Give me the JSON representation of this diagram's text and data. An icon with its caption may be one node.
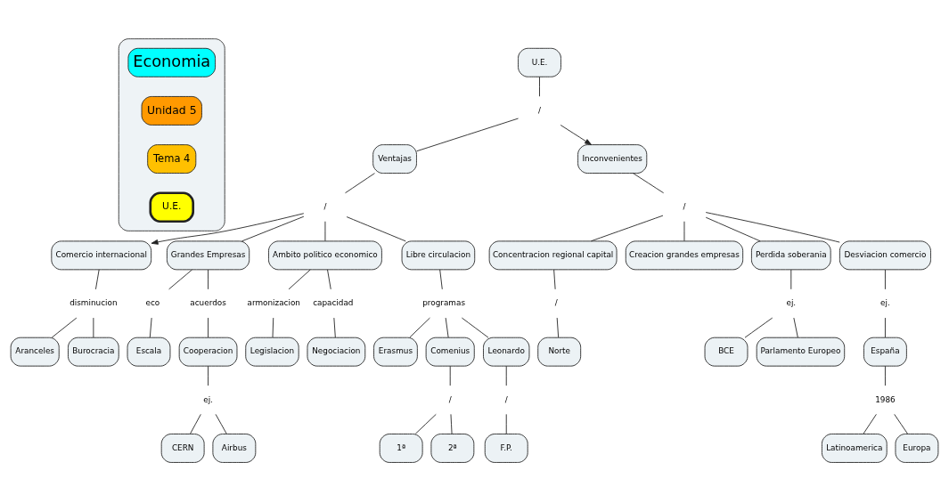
{
  "diagram": {
    "nodes": [
      {
        "text": [],
        "shape": "box"
      },
      {
        "text": [
          "Economia"
        ],
        "in": 0
      },
      {
        "text": [
          "Unidad 5"
        ],
        "in": 0
      },
      {
        "text": [
          "Tema 4"
        ],
        "in": 0
      },
      {
        "text": [
          "U.E."
        ],
        "in": 0
      },
      {
        "text": [
          "U.E."
        ]
      },
      {
        "text": [
          "/"
        ]
      },
      {
        "text": [
          "Ventajas"
        ]
      },
      {
        "text": [
          "Inconvenientes"
        ]
      },
      {
        "text": [
          "/"
        ]
      },
      {
        "text": [
          "/"
        ]
      },
      {
        "text": [
          "Comercio internacional"
        ]
      },
      {
        "text": [
          "Grandes Empresas"
        ]
      },
      {
        "text": [
          "Ambito politico economico"
        ]
      },
      {
        "text": [
          "Libre circulacion"
        ]
      },
      {
        "text": [
          "Concentracion regional capital"
        ]
      },
      {
        "text": [
          "Creacion grandes empresas"
        ]
      },
      {
        "text": [
          "Perdida soberania"
        ]
      },
      {
        "text": [
          "Desviacion comercio"
        ]
      },
      {
        "text": [
          "disminucion"
        ]
      },
      {
        "text": [
          "eco"
        ]
      },
      {
        "text": [
          "acuerdos"
        ]
      },
      {
        "text": [
          "armonizacion"
        ]
      },
      {
        "text": [
          "capacidad"
        ]
      },
      {
        "text": [
          "programas"
        ]
      },
      {
        "text": [
          "/"
        ]
      },
      {
        "text": [
          "ej."
        ]
      },
      {
        "text": [
          "ej."
        ]
      },
      {
        "text": [
          "Aranceles"
        ]
      },
      {
        "text": [
          "Burocracia"
        ]
      },
      {
        "text": [
          "Escala"
        ]
      },
      {
        "text": [
          "Cooperacion"
        ]
      },
      {
        "text": [
          "Legislacion"
        ]
      },
      {
        "text": [
          "Negociacion"
        ]
      },
      {
        "text": [
          "Erasmus"
        ]
      },
      {
        "text": [
          "Comenius"
        ]
      },
      {
        "text": [
          "Leonardo"
        ]
      },
      {
        "text": [
          "Norte"
        ]
      },
      {
        "text": [
          "BCE"
        ]
      },
      {
        "text": [
          "Parlamento Europeo"
        ]
      },
      {
        "text": [
          "España"
        ]
      },
      {
        "text": [
          "ej."
        ]
      },
      {
        "text": [
          "/"
        ]
      },
      {
        "text": [
          "/"
        ]
      },
      {
        "text": [
          "1986"
        ]
      },
      {
        "text": [
          "CERN"
        ]
      },
      {
        "text": [
          "Airbus"
        ]
      },
      {
        "text": [
          "1ª"
        ]
      },
      {
        "text": [
          "2ª"
        ]
      },
      {
        "text": [
          "F.P."
        ]
      },
      {
        "text": [
          "Latinoamerica"
        ]
      },
      {
        "text": [
          "Europa"
        ]
      }
    ],
    "edges": [
      {
        "from": 5,
        "to": 6,
        "arrow": "none"
      },
      {
        "from": 6,
        "to": 7,
        "arrow": "none"
      },
      {
        "from": 6,
        "to": 8,
        "arrow": "to"
      },
      {
        "from": 7,
        "to": 9,
        "arrow": "none"
      },
      {
        "from": 9,
        "to": 11,
        "arrow": "to"
      },
      {
        "from": 9,
        "to": 12,
        "arrow": "none"
      },
      {
        "from": 9,
        "to": 13,
        "arrow": "none"
      },
      {
        "from": 9,
        "to": 14,
        "arrow": "none"
      },
      {
        "from": 8,
        "to": 10,
        "arrow": "none"
      },
      {
        "from": 10,
        "to": 15,
        "arrow": "none"
      },
      {
        "from": 10,
        "to": 16,
        "arrow": "none"
      },
      {
        "from": 10,
        "to": 17,
        "arrow": "none"
      },
      {
        "from": 10,
        "to": 18,
        "arrow": "none"
      },
      {
        "from": 11,
        "to": 19,
        "arrow": "none"
      },
      {
        "from": 19,
        "to": 28,
        "arrow": "none"
      },
      {
        "from": 19,
        "to": 29,
        "arrow": "none"
      },
      {
        "from": 12,
        "to": 20,
        "arrow": "none"
      },
      {
        "from": 20,
        "to": 30,
        "arrow": "none"
      },
      {
        "from": 12,
        "to": 21,
        "arrow": "none"
      },
      {
        "from": 21,
        "to": 31,
        "arrow": "none"
      },
      {
        "from": 31,
        "to": 41,
        "arrow": "none"
      },
      {
        "from": 41,
        "to": 45,
        "arrow": "none"
      },
      {
        "from": 41,
        "to": 46,
        "arrow": "none"
      },
      {
        "from": 13,
        "to": 22,
        "arrow": "none"
      },
      {
        "from": 22,
        "to": 32,
        "arrow": "none"
      },
      {
        "from": 13,
        "to": 23,
        "arrow": "none"
      },
      {
        "from": 23,
        "to": 33,
        "arrow": "none"
      },
      {
        "from": 14,
        "to": 24,
        "arrow": "none"
      },
      {
        "from": 24,
        "to": 34,
        "arrow": "none"
      },
      {
        "from": 24,
        "to": 35,
        "arrow": "none"
      },
      {
        "from": 24,
        "to": 36,
        "arrow": "none"
      },
      {
        "from": 35,
        "to": 42,
        "arrow": "none"
      },
      {
        "from": 42,
        "to": 47,
        "arrow": "none"
      },
      {
        "from": 42,
        "to": 48,
        "arrow": "none"
      },
      {
        "from": 36,
        "to": 43,
        "arrow": "none"
      },
      {
        "from": 43,
        "to": 49,
        "arrow": "none"
      },
      {
        "from": 15,
        "to": 25,
        "arrow": "none"
      },
      {
        "from": 25,
        "to": 37,
        "arrow": "none"
      },
      {
        "from": 17,
        "to": 26,
        "arrow": "none"
      },
      {
        "from": 26,
        "to": 38,
        "arrow": "none"
      },
      {
        "from": 26,
        "to": 39,
        "arrow": "none"
      },
      {
        "from": 18,
        "to": 27,
        "arrow": "none"
      },
      {
        "from": 27,
        "to": 40,
        "arrow": "none"
      },
      {
        "from": 40,
        "to": 44,
        "arrow": "none"
      },
      {
        "from": 44,
        "to": 50,
        "arrow": "none"
      },
      {
        "from": 44,
        "to": 51,
        "arrow": "none"
      }
    ]
  }
}
